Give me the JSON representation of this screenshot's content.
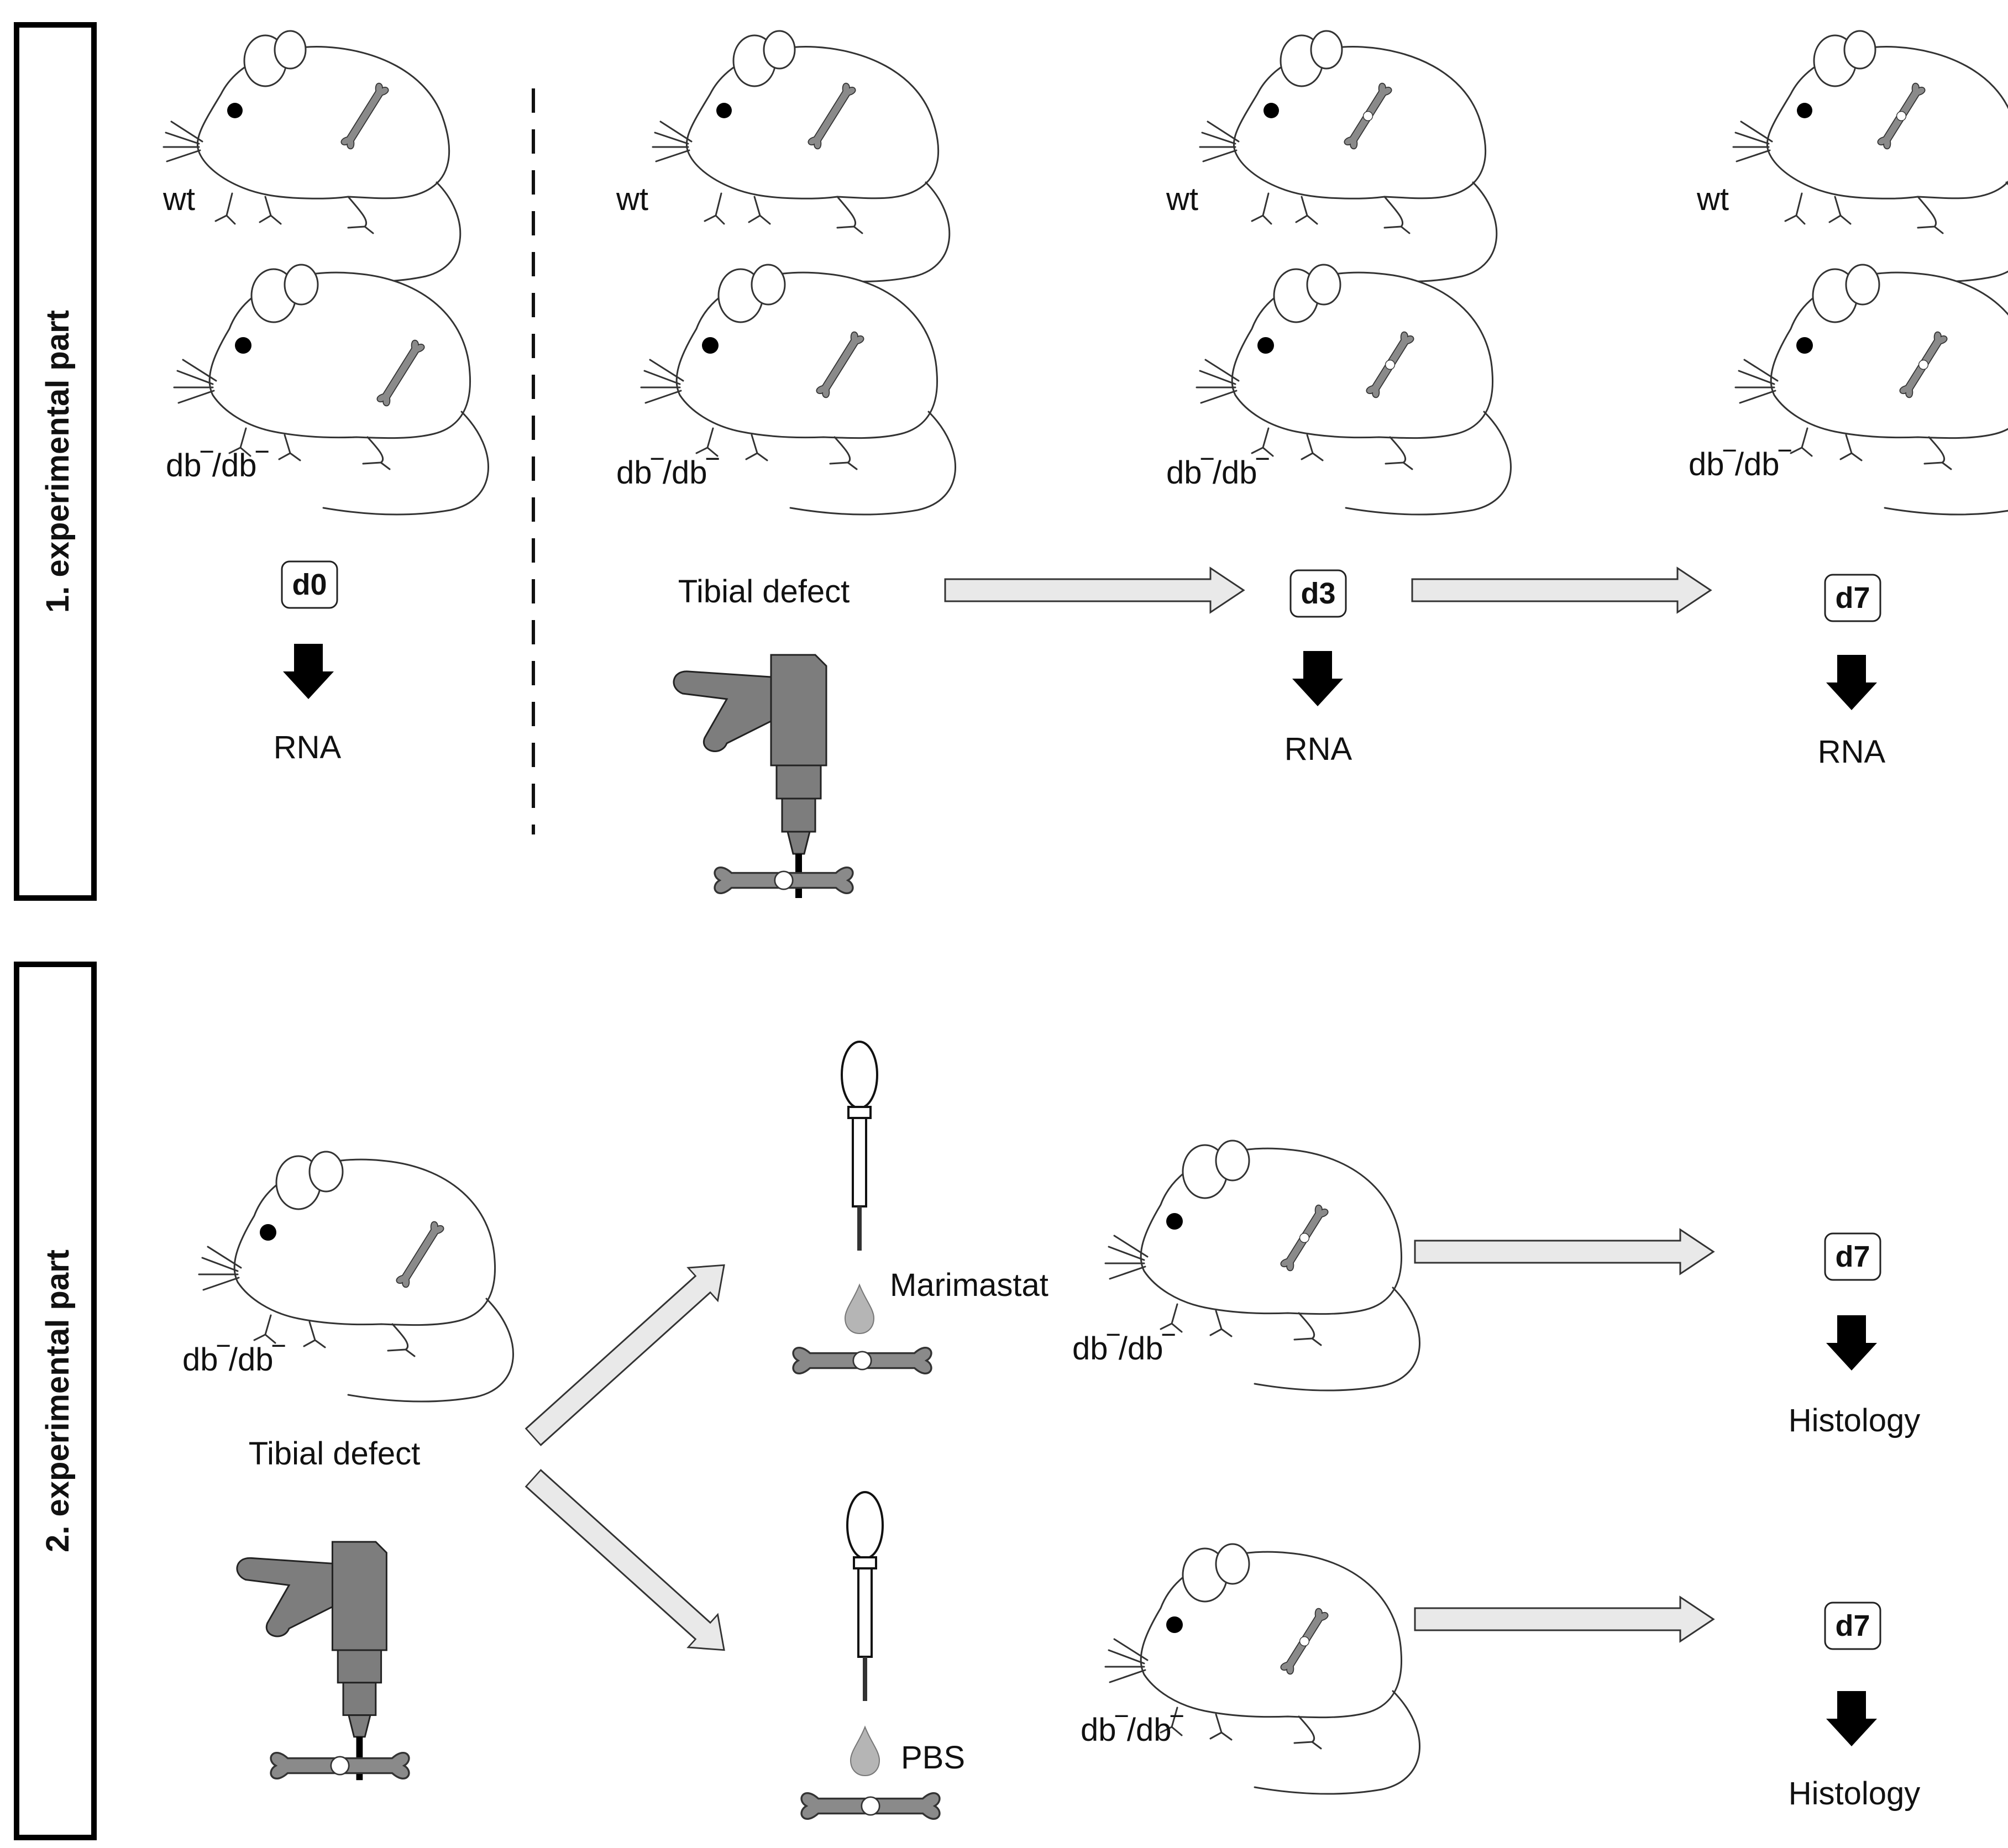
{
  "parts": {
    "part1_label": "1. experimental part",
    "part2_label": "2. experimental part"
  },
  "genotypes": {
    "wt": "wt",
    "db": "db‾/db‾"
  },
  "procedure": {
    "tibial_defect": "Tibial defect"
  },
  "timepoints": {
    "d0": "d0",
    "d3": "d3",
    "d7": "d7"
  },
  "outputs": {
    "rna": "RNA",
    "histology": "Histology"
  },
  "treatments": {
    "marimastat": "Marimastat",
    "pbs": "PBS"
  },
  "icons": {
    "mouse": "mouse-icon",
    "bone": "bone-icon",
    "drill": "drill-icon",
    "pipette": "pipette-icon",
    "droplet": "droplet-icon"
  },
  "colors": {
    "bone_fill": "#8a8a8a",
    "flow_arrow_fill": "#e9e9e9",
    "down_arrow_fill": "#000000",
    "drill_fill": "#7d7d7d"
  }
}
